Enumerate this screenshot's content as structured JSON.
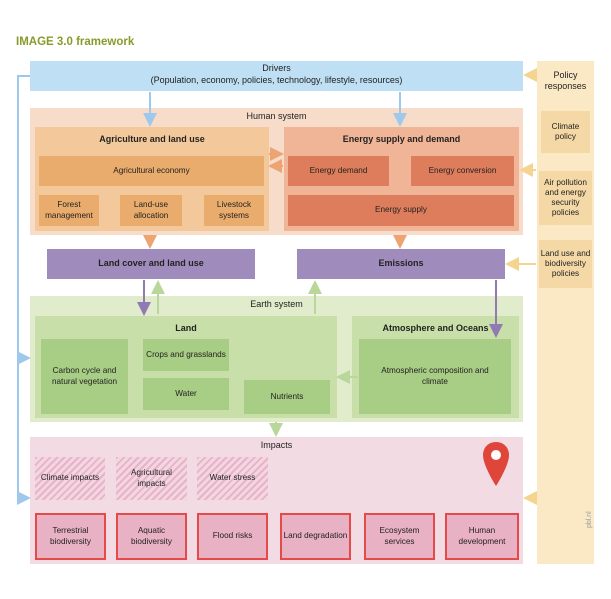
{
  "title": "IMAGE 3.0 framework",
  "drivers": {
    "title": "Drivers",
    "subtitle": "(Population, economy, policies, technology, lifestyle, resources)"
  },
  "policy": {
    "title": "Policy responses",
    "items": [
      "Climate policy",
      "Air pollution and energy security policies",
      "Land use and biodiversity policies"
    ]
  },
  "human_system": {
    "title": "Human system",
    "agriculture": {
      "title": "Agriculture and land use",
      "economy": "Agricultural economy",
      "items": [
        "Forest management",
        "Land-use allocation",
        "Livestock systems"
      ]
    },
    "energy": {
      "title": "Energy supply and demand",
      "demand": "Energy demand",
      "conversion": "Energy conversion",
      "supply": "Energy supply"
    }
  },
  "land_cover": "Land cover and land use",
  "emissions": "Emissions",
  "earth_system": {
    "title": "Earth system",
    "land": {
      "title": "Land",
      "carbon": "Carbon cycle and natural vegetation",
      "crops": "Crops and grasslands",
      "water": "Water",
      "nutrients": "Nutrients"
    },
    "atmosphere": {
      "title": "Atmosphere and Oceans",
      "composition": "Atmospheric composition and climate"
    }
  },
  "impacts": {
    "title": "Impacts",
    "hatched": [
      "Climate impacts",
      "Agricultural impacts",
      "Water stress"
    ],
    "outlined": [
      "Terrestrial biodiversity",
      "Aquatic biodiversity",
      "Flood risks",
      "Land degradation",
      "Ecosystem services",
      "Human development"
    ]
  },
  "credit": "pbl.nl",
  "colors": {
    "drivers": "#bfdff4",
    "policy": "#fbe9c6",
    "human": "#f7dcca",
    "agri_panel": "#f3c99b",
    "agri_box": "#eaac6c",
    "energy_panel": "#f0b597",
    "energy_box": "#dd7d5c",
    "purple": "#9f8cbd",
    "earth": "#e0eccb",
    "land_panel": "#c9dfaa",
    "green_box": "#a8cd85",
    "impacts": "#f3dbe4",
    "red_outline": "#e44a4a",
    "pin": "#e0453a"
  }
}
